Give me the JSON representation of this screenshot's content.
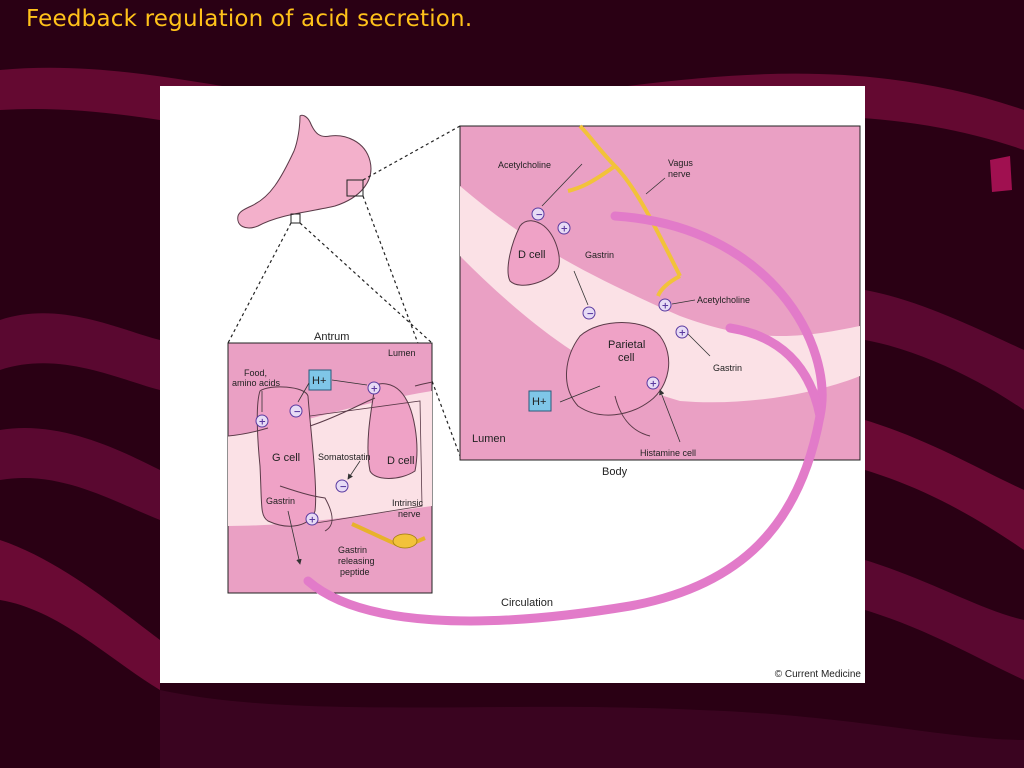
{
  "slide": {
    "title": "Feedback regulation of acid secretion."
  },
  "figure": {
    "copyright": "© Current Medicine",
    "antrum": {
      "title": "Antrum",
      "lumen": "Lumen",
      "food": [
        "Food,",
        "amino acids"
      ],
      "hplus": "H+",
      "gcell": "G cell",
      "somatostatin": "Somatostatin",
      "dcell": "D cell",
      "gastrin": "Gastrin",
      "intrinsic": [
        "Intrinsic",
        "nerve"
      ],
      "grp": [
        "Gastrin",
        "releasing",
        "peptide"
      ]
    },
    "body": {
      "title": "Body",
      "acetylcholine_top": "Acetylcholine",
      "vagus": [
        "Vagus",
        "nerve"
      ],
      "dcell": "D cell",
      "gastrin_top": "Gastrin",
      "acetylcholine_right": "Acetylcholine",
      "parietal": [
        "Parietal",
        "cell"
      ],
      "gastrin_right": "Gastrin",
      "hplus": "H+",
      "lumen": "Lumen",
      "histamine": "Histamine cell"
    },
    "circulation": "Circulation"
  },
  "colors": {
    "background": "#2a0014",
    "title": "#ffc21a",
    "pink": "#f0a8c8",
    "vessel": "#e27bc9",
    "nerve": "#f2c23a",
    "hbox": "#7fc6e8"
  }
}
